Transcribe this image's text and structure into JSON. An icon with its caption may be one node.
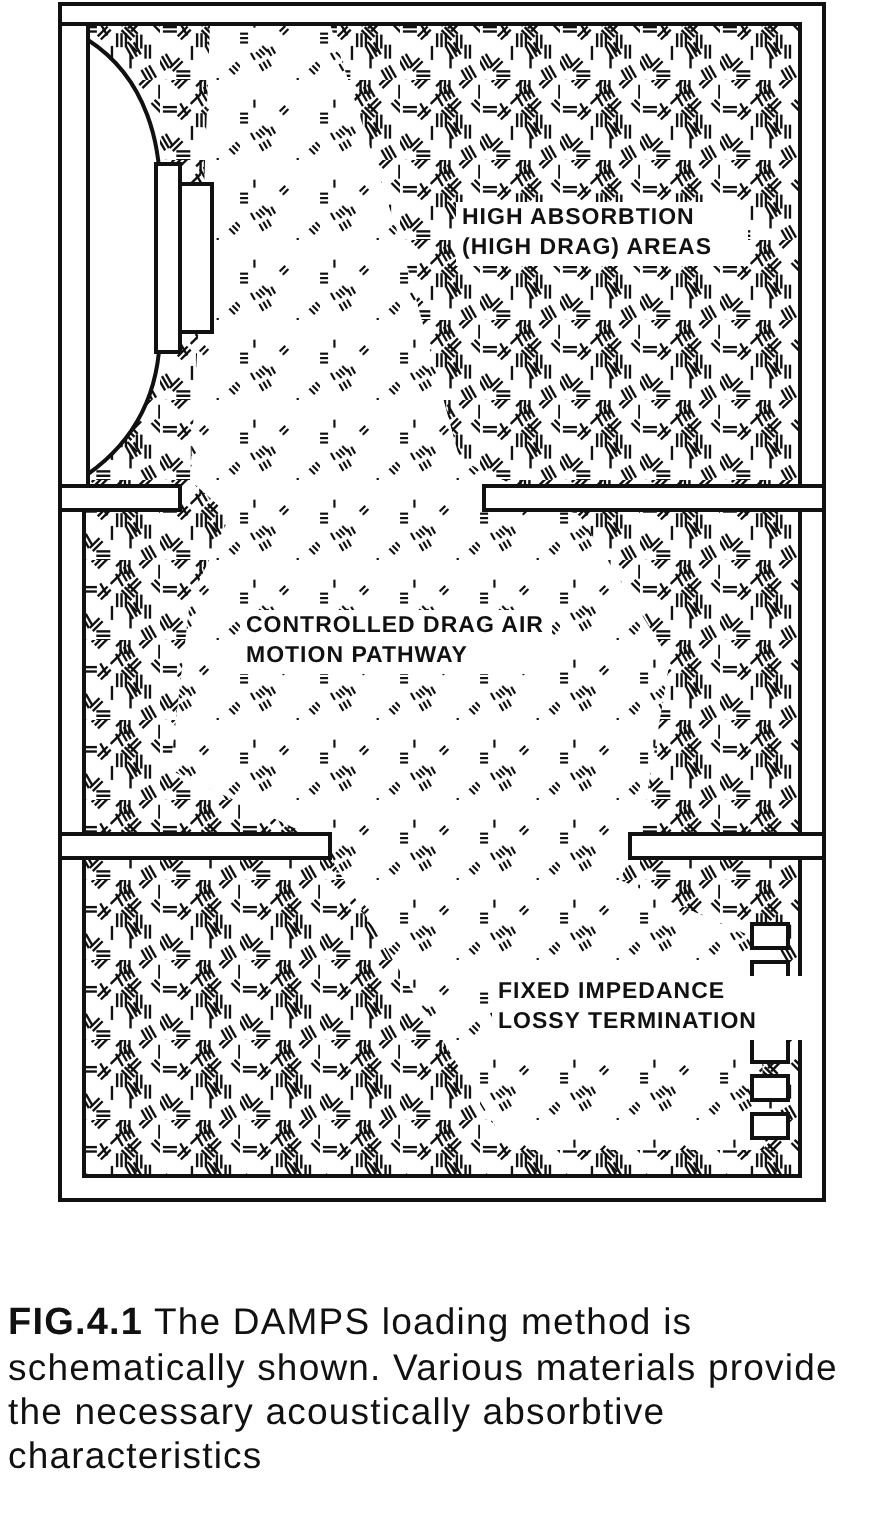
{
  "diagram": {
    "caption": "**FIG.4.1** The DAMPS loading method is schematically shown. Various materials provide the necessary acoustically absorbtive characteristics",
    "labels": [
      "HIGH ABSORBTION (HIGH DRAG) AREAS",
      "CONTROLLED DRAG AIR MOTION PATHWAY",
      "FIXED IMPEDANCE LOSSY TERMINATION"
    ]
  }
}
